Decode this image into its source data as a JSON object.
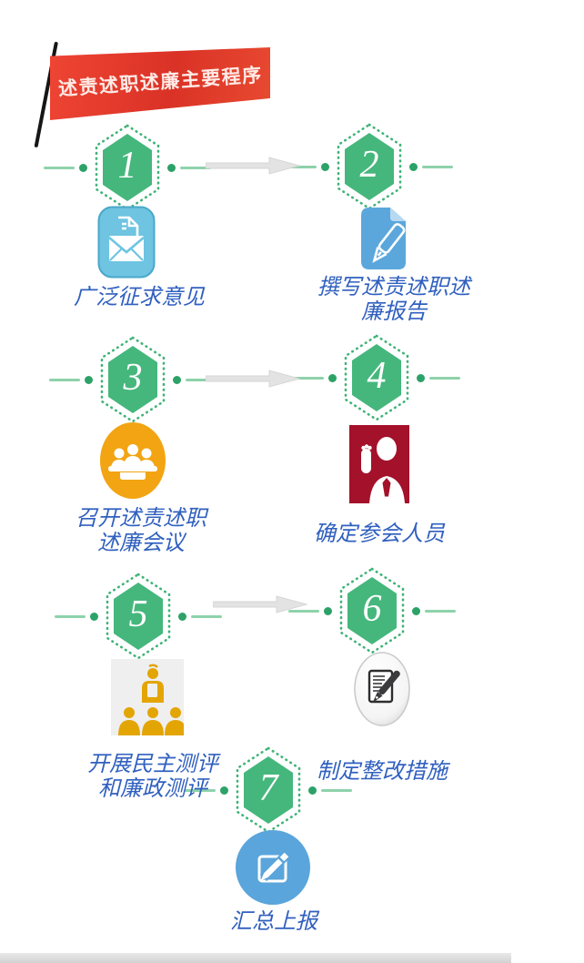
{
  "banner": {
    "title": "述责述职述廉主要程序"
  },
  "steps": [
    {
      "num": "1",
      "label": "广泛征求意见",
      "label_lines": [
        "广泛征求意见"
      ],
      "icon": "envelope-document-icon"
    },
    {
      "num": "2",
      "label": "撰写述责述职述廉报告",
      "label_lines": [
        "撰写述责述职述",
        "廉报告"
      ],
      "icon": "document-pen-icon"
    },
    {
      "num": "3",
      "label": "召开述责述职述廉会议",
      "label_lines": [
        "召开述责述职",
        "述廉会议"
      ],
      "icon": "meeting-people-icon"
    },
    {
      "num": "4",
      "label": "确定参会人员",
      "label_lines": [
        "确定参会人员"
      ],
      "icon": "person-raising-hand-icon"
    },
    {
      "num": "5",
      "label": "开展民主测评和廉政测评",
      "label_lines": [
        "开展民主测评",
        "和廉政测评"
      ],
      "icon": "speaker-audience-icon"
    },
    {
      "num": "6",
      "label": "制定整改措施",
      "label_lines": [
        "制定整改措施"
      ],
      "icon": "notepad-fountain-pen-icon"
    },
    {
      "num": "7",
      "label": "汇总上报",
      "label_lines": [
        "汇总上报"
      ],
      "icon": "pencil-edit-icon"
    }
  ],
  "colors": {
    "hexagon_green": "#45b77c",
    "hexagon_dot_ring": "#3fb377",
    "connector_line_green": "#8ed2ab",
    "connector_dot_green": "#2da268",
    "arrow_gray": "#e3e3e3",
    "label_blue": "#3060bf",
    "flag_red": "#da3226",
    "icon_envelope_bg_blue": "#6ec4e1",
    "icon_document_blue": "#5ba7dc",
    "icon_meeting_orange": "#f2a413",
    "icon_hand_dark_red": "#a4112a",
    "icon_survey_amber": "#e3a504",
    "icon_survey_bg_gray": "#efeff0",
    "icon_edit_circle_blue": "#5aa5db"
  }
}
